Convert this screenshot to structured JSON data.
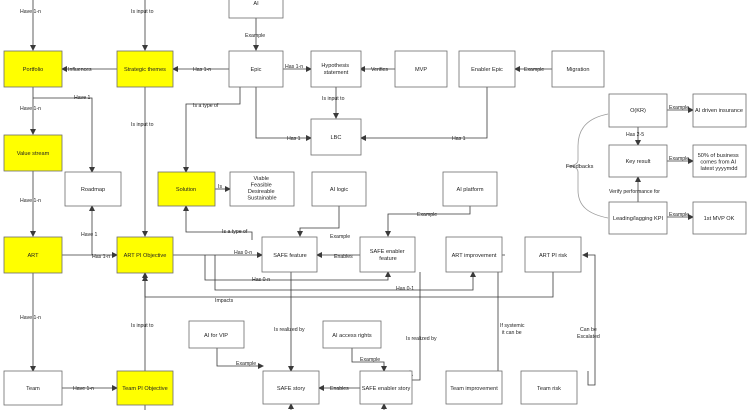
{
  "nodes": {
    "portfolio": "Portfolio",
    "strategic_themes": "Strategic themes",
    "value_stream": "Value stream",
    "art": "ART",
    "team": "Team",
    "roadmap": "Roadmap",
    "solution": "Solution",
    "solution_qualities": [
      "Viable",
      "Feasible",
      "Desireable",
      "Sustainable"
    ],
    "art_pi_objective": "ART PI Objective",
    "team_pi_objective": "Team PI Objective",
    "ai": "AI",
    "epic": "Epic",
    "hypothesis_statement": [
      "Hypothesis",
      "statement"
    ],
    "mvp": "MVP",
    "enabler_epic": "Enabler Epic",
    "migration": "Migration",
    "lbc": "LBC",
    "ai_logic": "AI logic",
    "ai_platform": "AI platform",
    "safe_feature": "SAFE feature",
    "safe_enabler_feature": [
      "SAFE enabler",
      "feature"
    ],
    "art_improvement": "ART improvement",
    "art_pi_risk": "ART PI risk",
    "ai_for_vip": "AI for VIP",
    "ai_access_rights": "AI access rights",
    "safe_story": "SAFE story",
    "safe_enabler_story": "SAFE enabler story",
    "team_improvement": "Team improvement",
    "team_risk": "Team risk",
    "okr": "O(KR)",
    "ai_driven_insurance": "AI driven insurance",
    "key_result": "Key result",
    "key_result_example": [
      "50% of business",
      "comes from AI",
      "latest yyyymdd"
    ],
    "leading_lagging_kpi": "Leading/lagging KPI",
    "first_mvp_ok": "1st MVP OK",
    "feedbacks": "Feedbacks"
  },
  "edges": {
    "have_1n_top": "Have 1-n",
    "is_input_to_top": "Is input to",
    "example_ai": "Example",
    "influences": "Influences",
    "has_1n_themes": "Has 1-n",
    "has_1n_hyp": "Has 1-n",
    "verifies": "Verifies",
    "example_migration": "Example",
    "have_1n_vs": "Have 1-n",
    "have_1_roadmap": "Have 1",
    "is_input_to_hyp": "Is input to",
    "is_input_to_themes": "Is input to",
    "is_a_type_of_epic": "Is a type of",
    "has_1_epic_lbc": "Has 1",
    "has_1_enabler_lbc": "Has 1",
    "example_okr": "Example",
    "has_2_5": "Has 2-5",
    "example_kr": "Example",
    "verify_performance": "Verify performance for",
    "example_kpi": "Example",
    "is": "Is",
    "have_1n_art": "Have 1-n",
    "have_1_art_roadmap": "Have 1",
    "has_1n_art_obj": "Has 1-n",
    "is_a_type_of_feature": "Is a type of",
    "example_ai_logic": "Example",
    "example_ai_platform": "Example",
    "has_0n_1": "Has 0-n",
    "has_0n_2": "Has 0-n",
    "enables_feature": "Enables",
    "has_0_1": "Has 0-1",
    "impacts": "Impacts",
    "have_1n_team": "Have 1-n",
    "is_input_to_team": "Is input to",
    "is_realized_by_1": "Is realized by",
    "is_realized_by_2": "Is realized by",
    "example_vip": "Example",
    "example_access": "Example",
    "if_systemic": [
      "If systemic",
      "it can be"
    ],
    "can_be_escalated": [
      "Can be",
      "Escalated"
    ],
    "enables_story": "Enables",
    "have_1n_team_obj": "Have 1-n"
  },
  "colors": {
    "highlight": "#ffff00",
    "border": "#6d6d6d",
    "line": "#3a3a3a",
    "text": "#222222"
  }
}
